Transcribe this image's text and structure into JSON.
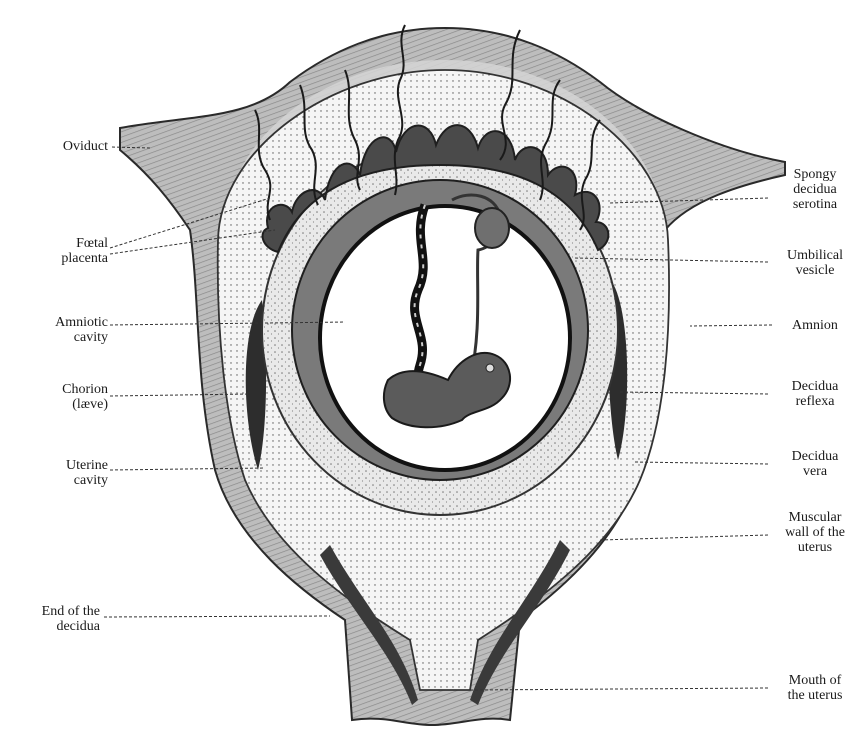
{
  "diagram": {
    "colors": {
      "ink": "#1a1a1a",
      "tissue": "#c9c9c9",
      "decidua": "#dcdcdc",
      "dark": "#3a3a3a",
      "cavity": "#ffffff"
    },
    "labels_left": [
      {
        "key": "oviduct",
        "lines": [
          "Oviduct"
        ]
      },
      {
        "key": "foetal_placenta",
        "lines": [
          "Fœtal",
          "placenta"
        ]
      },
      {
        "key": "amniotic_cavity",
        "lines": [
          "Amniotic",
          "cavity"
        ]
      },
      {
        "key": "chorion",
        "lines": [
          "Chorion",
          "(læve)"
        ]
      },
      {
        "key": "uterine_cavity",
        "lines": [
          "Uterine",
          "cavity"
        ]
      },
      {
        "key": "end_decidua",
        "lines": [
          "End of the",
          "decidua"
        ]
      }
    ],
    "labels_right": [
      {
        "key": "spongy_decidua",
        "lines": [
          "Spongy",
          "decidua",
          "serotina"
        ]
      },
      {
        "key": "umbilical_vesicle",
        "lines": [
          "Umbilical",
          "vesicle"
        ]
      },
      {
        "key": "amnion",
        "lines": [
          "Amnion"
        ]
      },
      {
        "key": "decidua_reflexa",
        "lines": [
          "Decidua",
          "reflexa"
        ]
      },
      {
        "key": "decidua_vera",
        "lines": [
          "Decidua",
          "vera"
        ]
      },
      {
        "key": "muscular_wall",
        "lines": [
          "Muscular",
          "wall of the",
          "uterus"
        ]
      },
      {
        "key": "mouth_uterus",
        "lines": [
          "Mouth of",
          "the uterus"
        ]
      }
    ]
  }
}
